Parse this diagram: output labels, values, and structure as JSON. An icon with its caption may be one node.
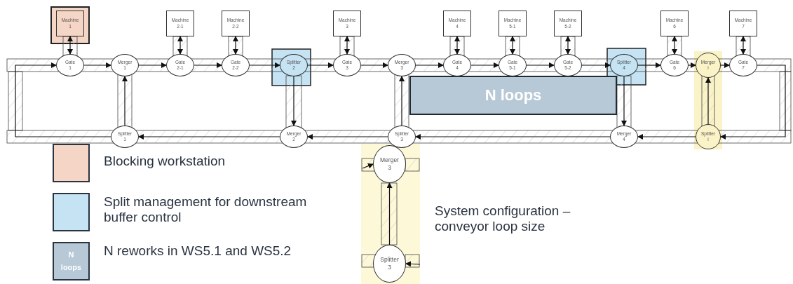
{
  "diagram": {
    "nodes": [
      {
        "text": [
          "Machine 1"
        ]
      },
      {
        "text": [
          "Machine 2-1"
        ]
      },
      {
        "text": [
          "Machine 2-2"
        ]
      },
      {
        "text": [
          "Machine 3"
        ]
      },
      {
        "text": [
          "Machine 4"
        ]
      },
      {
        "text": [
          "Machine 5-1"
        ]
      },
      {
        "text": [
          "Machine 5-2"
        ]
      },
      {
        "text": [
          "Machine 6"
        ]
      },
      {
        "text": [
          "Machine 7"
        ]
      },
      {
        "text": [
          "Gate 1"
        ]
      },
      {
        "text": [
          "Merger 1"
        ]
      },
      {
        "text": [
          "Gate 2-1"
        ]
      },
      {
        "text": [
          "Gate 2-2"
        ]
      },
      {
        "text": [
          "Splitter 2"
        ]
      },
      {
        "text": [
          "Gate 3"
        ]
      },
      {
        "text": [
          "Merger 3"
        ]
      },
      {
        "text": [
          "Gate 4"
        ]
      },
      {
        "text": [
          "Gate 5-1"
        ]
      },
      {
        "text": [
          "Gate 5-2"
        ]
      },
      {
        "text": [
          "Splitter 4"
        ]
      },
      {
        "text": [
          "Gate 6"
        ]
      },
      {
        "text": [
          "Merger i"
        ]
      },
      {
        "text": [
          "Gate 7"
        ]
      },
      {
        "text": [
          "N loops"
        ]
      },
      {
        "text": [
          "Splitter 1"
        ]
      },
      {
        "text": [
          "Merger 2"
        ]
      },
      {
        "text": [
          "Splitter 3"
        ]
      },
      {
        "text": [
          "Merger 4"
        ]
      },
      {
        "text": [
          "Splitter i"
        ]
      },
      {
        "text": [
          "Merger 3"
        ]
      },
      {
        "text": [
          "Splitter 3"
        ]
      }
    ],
    "edges": [
      {
        "from": 0,
        "to": 9,
        "arrow": "both"
      },
      {
        "from": 1,
        "to": 11,
        "arrow": "both"
      },
      {
        "from": 2,
        "to": 12,
        "arrow": "both"
      },
      {
        "from": 3,
        "to": 14,
        "arrow": "both"
      },
      {
        "from": 4,
        "to": 16,
        "arrow": "both"
      },
      {
        "from": 5,
        "to": 17,
        "arrow": "both"
      },
      {
        "from": 6,
        "to": 18,
        "arrow": "both"
      },
      {
        "from": 7,
        "to": 20,
        "arrow": "both"
      },
      {
        "from": 8,
        "to": 22,
        "arrow": "both"
      },
      {
        "from": 9,
        "to": 10,
        "arrow": "to"
      },
      {
        "from": 10,
        "to": 11,
        "arrow": "to"
      },
      {
        "from": 11,
        "to": 12,
        "arrow": "to"
      },
      {
        "from": 12,
        "to": 13,
        "arrow": "to"
      },
      {
        "from": 13,
        "to": 14,
        "arrow": "to"
      },
      {
        "from": 14,
        "to": 15,
        "arrow": "to"
      },
      {
        "from": 15,
        "to": 16,
        "arrow": "to"
      },
      {
        "from": 16,
        "to": 17,
        "arrow": "to"
      },
      {
        "from": 17,
        "to": 18,
        "arrow": "to"
      },
      {
        "from": 18,
        "to": 19,
        "arrow": "to"
      },
      {
        "from": 19,
        "to": 20,
        "arrow": "to"
      },
      {
        "from": 20,
        "to": 21,
        "arrow": "to"
      },
      {
        "from": 21,
        "to": 22,
        "arrow": "to"
      },
      {
        "from": 22,
        "to": 28,
        "arrow": "to"
      },
      {
        "from": 28,
        "to": 21,
        "arrow": "to"
      },
      {
        "from": 28,
        "to": 27,
        "arrow": "to"
      },
      {
        "from": 27,
        "to": 26,
        "arrow": "to"
      },
      {
        "from": 26,
        "to": 25,
        "arrow": "to"
      },
      {
        "from": 25,
        "to": 24,
        "arrow": "to"
      },
      {
        "from": 24,
        "to": 10,
        "arrow": "to"
      },
      {
        "from": 24,
        "to": 9,
        "arrow": "to"
      },
      {
        "from": 13,
        "to": 25,
        "arrow": "to"
      },
      {
        "from": 26,
        "to": 15,
        "arrow": "to"
      },
      {
        "from": 19,
        "to": 27,
        "arrow": "to"
      },
      {
        "from": 30,
        "to": 29,
        "arrow": "to"
      },
      {
        "from": null,
        "to": 29,
        "arrow": "to"
      },
      {
        "from": null,
        "to": 30,
        "arrow": "to"
      }
    ],
    "labels": [
      "N loops"
    ],
    "legend": [
      {
        "text": "Blocking workstation",
        "color": "#f5d5c5"
      },
      {
        "text": "Split management for downstream buffer  control",
        "color": "#c5e3f3"
      },
      {
        "text": "N reworks in WS5.1 and WS5.2",
        "color": "#b7c9d6"
      },
      {
        "text": "System configuration – conveyor loop size"
      }
    ]
  }
}
